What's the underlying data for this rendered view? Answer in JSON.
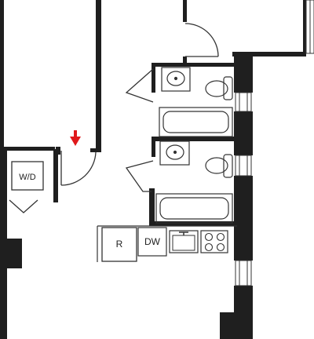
{
  "labels": {
    "washer_dryer": "W/D",
    "refrigerator": "R",
    "dishwasher": "DW"
  },
  "colors": {
    "wall": "#1f1f1f",
    "line": "#333333",
    "arrow": "#e0191b",
    "background": "#ffffff"
  },
  "icons": {
    "entry_marker": "down-arrow-icon"
  }
}
